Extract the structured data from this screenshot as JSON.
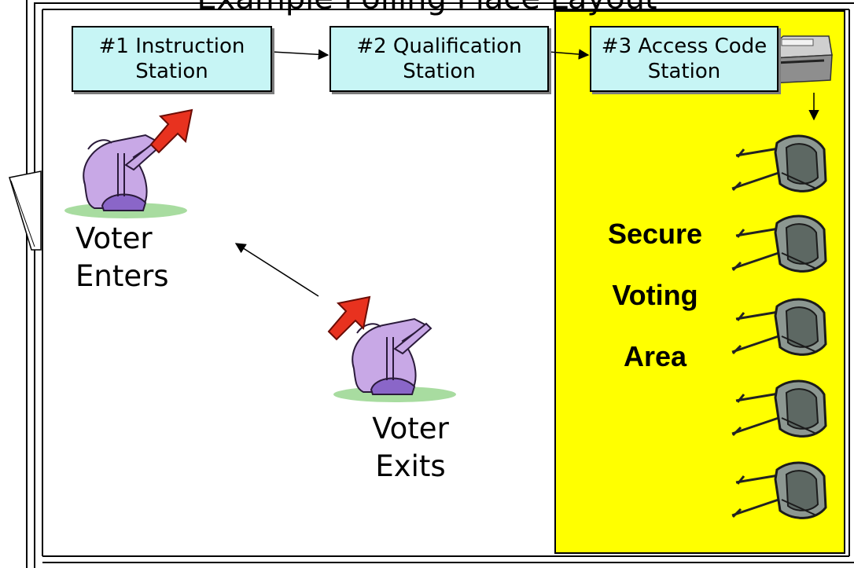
{
  "title": "Example Polling Place Layout",
  "stations": [
    {
      "line1": "#1 Instruction",
      "line2": "Station"
    },
    {
      "line1": "#2 Qualification",
      "line2": "Station"
    },
    {
      "line1": "#3 Access Code",
      "line2": "Station"
    }
  ],
  "voter_enters": {
    "line1": "Voter",
    "line2": "Enters"
  },
  "voter_exits": {
    "line1": "Voter",
    "line2": "Exits"
  },
  "secure_area": {
    "line1": "Secure",
    "line2": "Voting",
    "line3": "Area"
  },
  "colors": {
    "secure_area": "#ffff00",
    "station_fill": "#c7f5f5",
    "arrow_red": "#e8321f"
  },
  "icons": [
    "voter-figure-icon",
    "red-arrow-icon",
    "card-encoder-icon",
    "voting-booth-icon"
  ]
}
